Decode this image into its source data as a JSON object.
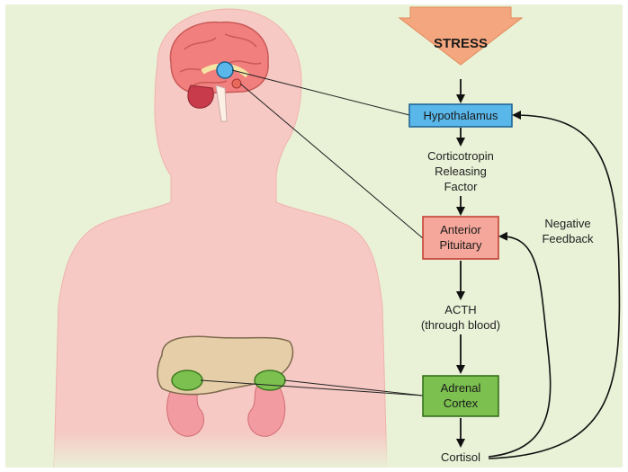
{
  "nodes": {
    "stress": "STRESS",
    "hypothalamus": "Hypothalamus",
    "crf_line1": "Corticotropin",
    "crf_line2": "Releasing",
    "crf_line3": "Factor",
    "anterior_line1": "Anterior",
    "anterior_line2": "Pituitary",
    "acth_line1": "ACTH",
    "acth_line2": "(through blood)",
    "adrenal_line1": "Adrenal",
    "adrenal_line2": "Cortex",
    "cortisol": "Cortisol",
    "feedback_line1": "Negative",
    "feedback_line2": "Feedback"
  },
  "colors": {
    "background": "#e9f1d6",
    "body": "#f6c9c4",
    "stress_arrow": "#f4a77e",
    "hypothalamus_box": "#5ab7ea",
    "pituitary_box": "#f4a79a",
    "adrenal_box": "#7cc050",
    "liver": "#e6cfa8",
    "kidney": "#f29ba1"
  }
}
